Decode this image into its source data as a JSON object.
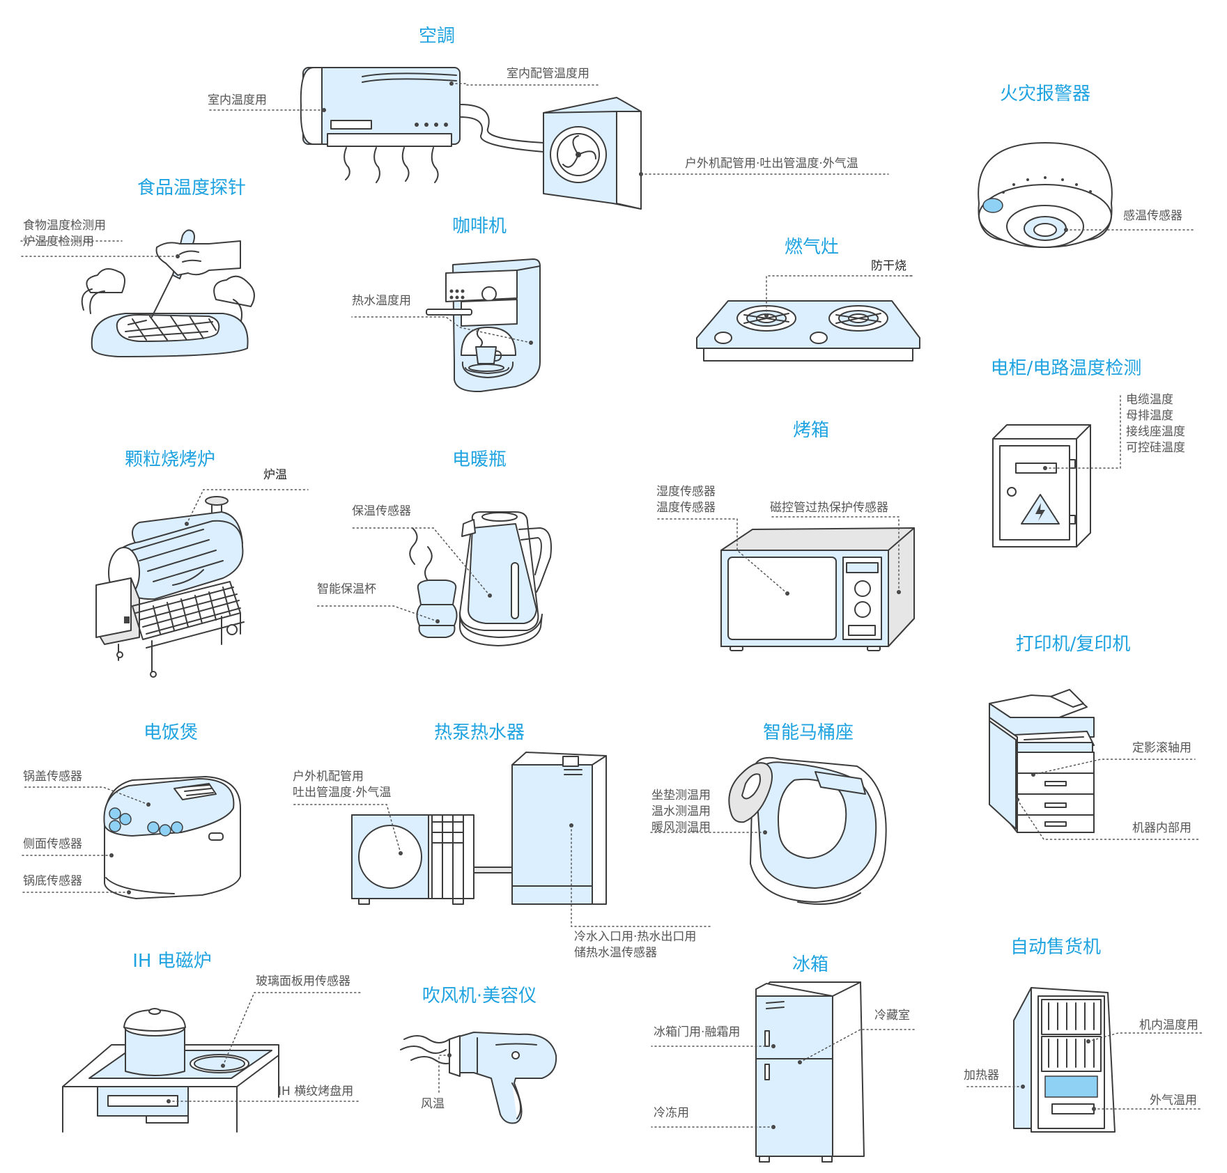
{
  "colors": {
    "title": "#1fa3e0",
    "label": "#555555",
    "fill": "#dcefff",
    "stroke": "#3c3c3c"
  },
  "titles": {
    "ac": "空調",
    "fire": "火灾报警器",
    "probe": "食品温度探针",
    "coffee": "咖啡机",
    "gas": "燃气灶",
    "cabinet": "电柜/电路温度检测",
    "pellet": "颗粒烧烤炉",
    "kettle": "电暖瓶",
    "oven": "烤箱",
    "printer": "打印机/复印机",
    "rice": "电饭煲",
    "heatpump": "热泵热水器",
    "toilet": "智能马桶座",
    "ih": "IH 电磁炉",
    "dryer": "吹风机·美容仪",
    "fridge": "冰箱",
    "vending": "自动售货机"
  },
  "labels": {
    "ac_indoor_pipe": "室内配管温度用",
    "ac_indoor": "室内温度用",
    "ac_outdoor": "户外机配管用·吐出管温度·外气温",
    "fire_sensor": "感温传感器",
    "probe_1": "食物温度检测用",
    "probe_2": "炉温度检测用",
    "coffee_water": "热水温度用",
    "gas_dry": "防干烧",
    "cab_1": "电缆温度",
    "cab_2": "母排温度",
    "cab_3": "接线座温度",
    "cab_4": "可控硅温度",
    "pellet_temp": "炉温",
    "kettle_keep": "保温传感器",
    "kettle_cup": "智能保温杯",
    "oven_hum": "湿度传感器",
    "oven_temp": "温度传感器",
    "oven_mag": "磁控管过热保护传感器",
    "printer_fix": "定影滚轴用",
    "printer_in": "机器内部用",
    "rice_lid": "锅盖传感器",
    "rice_side": "侧面传感器",
    "rice_bottom": "锅底传感器",
    "hp_1": "户外机配管用",
    "hp_2": "吐出管温度·外气温",
    "hp_3": "冷水入口用·热水出口用",
    "hp_4": "储热水温传感器",
    "toilet_1": "坐垫测温用",
    "toilet_2": "温水测温用",
    "toilet_3": "暖风测温用",
    "ih_glass": "玻璃面板用传感器",
    "ih_grill": "IH 横纹烤盘用",
    "dryer_wind": "风温",
    "fridge_door": "冰箱门用·融霜用",
    "fridge_cold": "冷藏室",
    "fridge_freeze": "冷冻用",
    "vend_in": "机内温度用",
    "vend_heat": "加热器",
    "vend_out": "外气温用"
  }
}
